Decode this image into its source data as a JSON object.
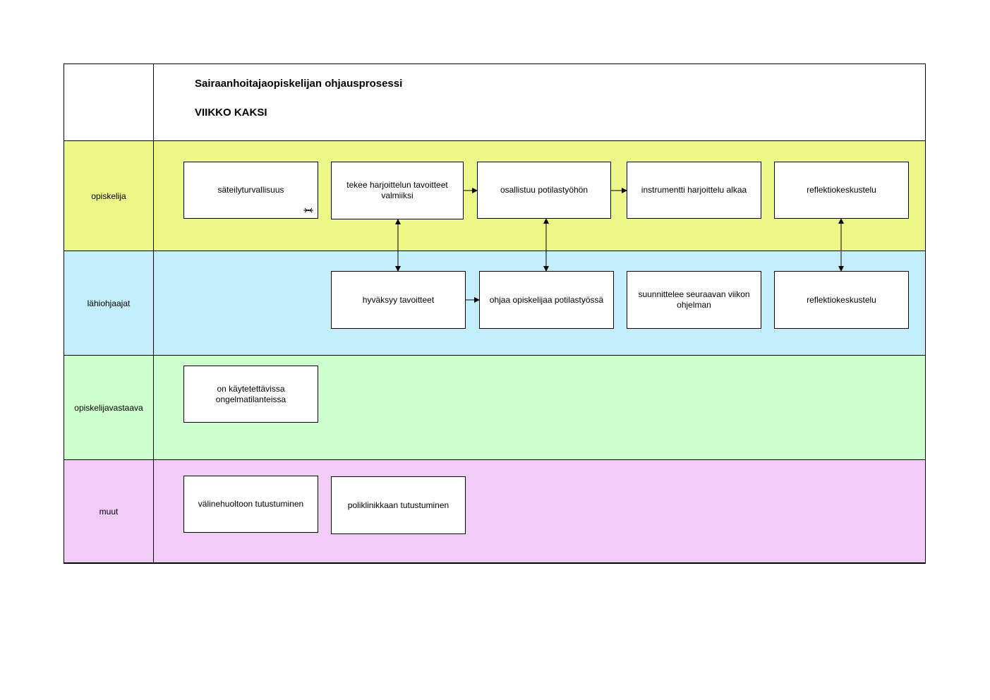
{
  "header": {
    "title": "Sairaanhoitajaopiskelijan ohjausprosessi",
    "subtitle": "VIIKKO KAKSI"
  },
  "lanes": {
    "student": {
      "label": "opiskelija",
      "color": "#ecf888"
    },
    "supervisors": {
      "label": "lähiohjaajat",
      "color": "#c4eefb"
    },
    "coordinator": {
      "label": "opiskelijavastaava",
      "color": "#ceffce"
    },
    "others": {
      "label": "muut",
      "color": "#f0ccf7"
    }
  },
  "boxes": {
    "s1": "säteilyturvallisuus",
    "s2": "tekee harjoittelun tavoitteet valmiiksi",
    "s3": "osallistuu potilastyöhön",
    "s4": "instrumentti harjoittelu alkaa",
    "s5": "reflektiokeskustelu",
    "h1": "hyväksyy tavoitteet",
    "h2": "ohjaa opiskelijaa potilastyössä",
    "h3": "suunnittelee seuraavan viikon ohjelman",
    "h4": "reflektiokeskustelu",
    "c1": "on käytetettävissa ongelmatilanteissa",
    "m1": "välinehuoltoon tutustuminen",
    "m2": "poliklinikkaan tutustuminen"
  },
  "icons": {
    "loop": "loop-marker-icon"
  }
}
